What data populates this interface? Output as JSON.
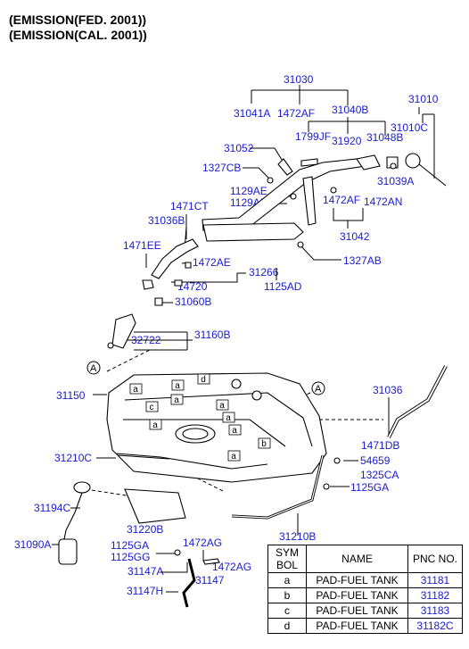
{
  "headings": [
    "(EMISSION(FED.  2001))",
    "(EMISSION(CAL.  2001))"
  ],
  "callouts": [
    "A",
    "A"
  ],
  "part_labels": {
    "p31030": "31030",
    "p31010": "31010",
    "p31041A": "31041A",
    "p1472AF": "1472AF",
    "p31040B": "31040B",
    "p31010C": "31010C",
    "p31052": "31052",
    "p1799JF": "1799JF",
    "p31920": "31920",
    "p31048B": "31048B",
    "p1327CB": "1327CB",
    "p31039A": "31039A",
    "p1129AE": "1129AE",
    "p1129AD": "1129AD",
    "p1472AF2": "1472AF",
    "p1472AN": "1472AN",
    "p1471CT": "1471CT",
    "p31036B": "31036B",
    "p31042": "31042",
    "p1471EE": "1471EE",
    "p1472AE": "1472AE",
    "p1327AB": "1327AB",
    "p31266": "31266",
    "p14720": "14720",
    "p1125AD": "1125AD",
    "p31060B": "31060B",
    "p32722": "32722",
    "p31160B": "31160B",
    "p31036": "31036",
    "p31150": "31150",
    "p1471DB": "1471DB",
    "p31210C": "31210C",
    "p54659": "54659",
    "p1325CA": "1325CA",
    "p1125GA": "1125GA",
    "p31194C": "31194C",
    "p31220B": "31220B",
    "p31210B": "31210B",
    "p31090A": "31090A",
    "p1125GA2": "1125GA",
    "p1125GG": "1125GG",
    "p1472AG": "1472AG",
    "p31147A": "31147A",
    "p1472AG2": "1472AG",
    "p31147": "31147",
    "p31147H": "31147H"
  },
  "pad_letters": [
    "a",
    "a",
    "a",
    "d",
    "c",
    "a",
    "a",
    "a",
    "a",
    "b",
    "a"
  ],
  "legend": {
    "headers": [
      "SYM BOL",
      "NAME",
      "PNC NO."
    ],
    "rows": [
      {
        "symbol": "a",
        "name": "PAD-FUEL TANK",
        "pnc": "31181"
      },
      {
        "symbol": "b",
        "name": "PAD-FUEL TANK",
        "pnc": "31182"
      },
      {
        "symbol": "c",
        "name": "PAD-FUEL TANK",
        "pnc": "31183"
      },
      {
        "symbol": "d",
        "name": "PAD-FUEL TANK",
        "pnc": "31182C"
      }
    ]
  }
}
